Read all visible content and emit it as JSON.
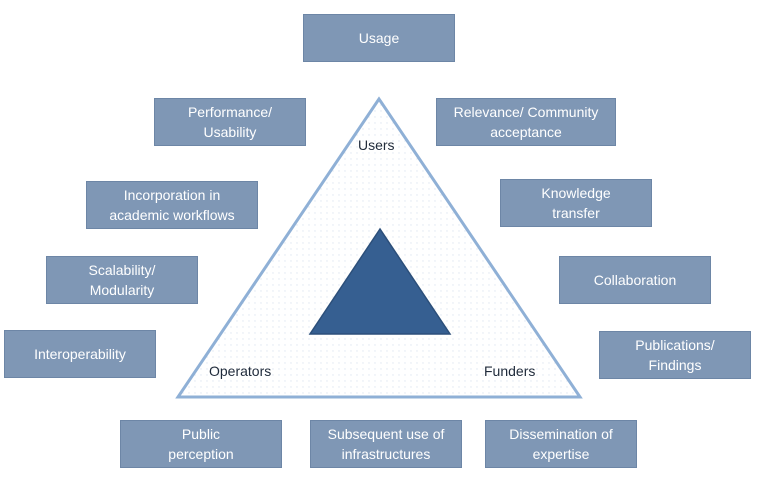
{
  "boxes": {
    "usage": "Usage",
    "performance": "Performance/\nUsability",
    "relevance": "Relevance/ Community\nacceptance",
    "incorporation": "Incorporation in\nacademic workflows",
    "knowledge": "Knowledge\ntransfer",
    "scalability": "Scalability/\nModularity",
    "collaboration": "Collaboration",
    "interoperability": "Interoperability",
    "publications": "Publications/\nFindings",
    "public_perception": "Public\nperception",
    "subsequent_use": "Subsequent use of\ninfrastructures",
    "dissemination": "Dissemination of\nexpertise"
  },
  "corners": {
    "top": "Users",
    "left": "Operators",
    "right": "Funders"
  },
  "colors": {
    "box_fill": "#7f97b5",
    "triangle_outline": "#8fb0d6",
    "inner_triangle": "#365f91"
  }
}
